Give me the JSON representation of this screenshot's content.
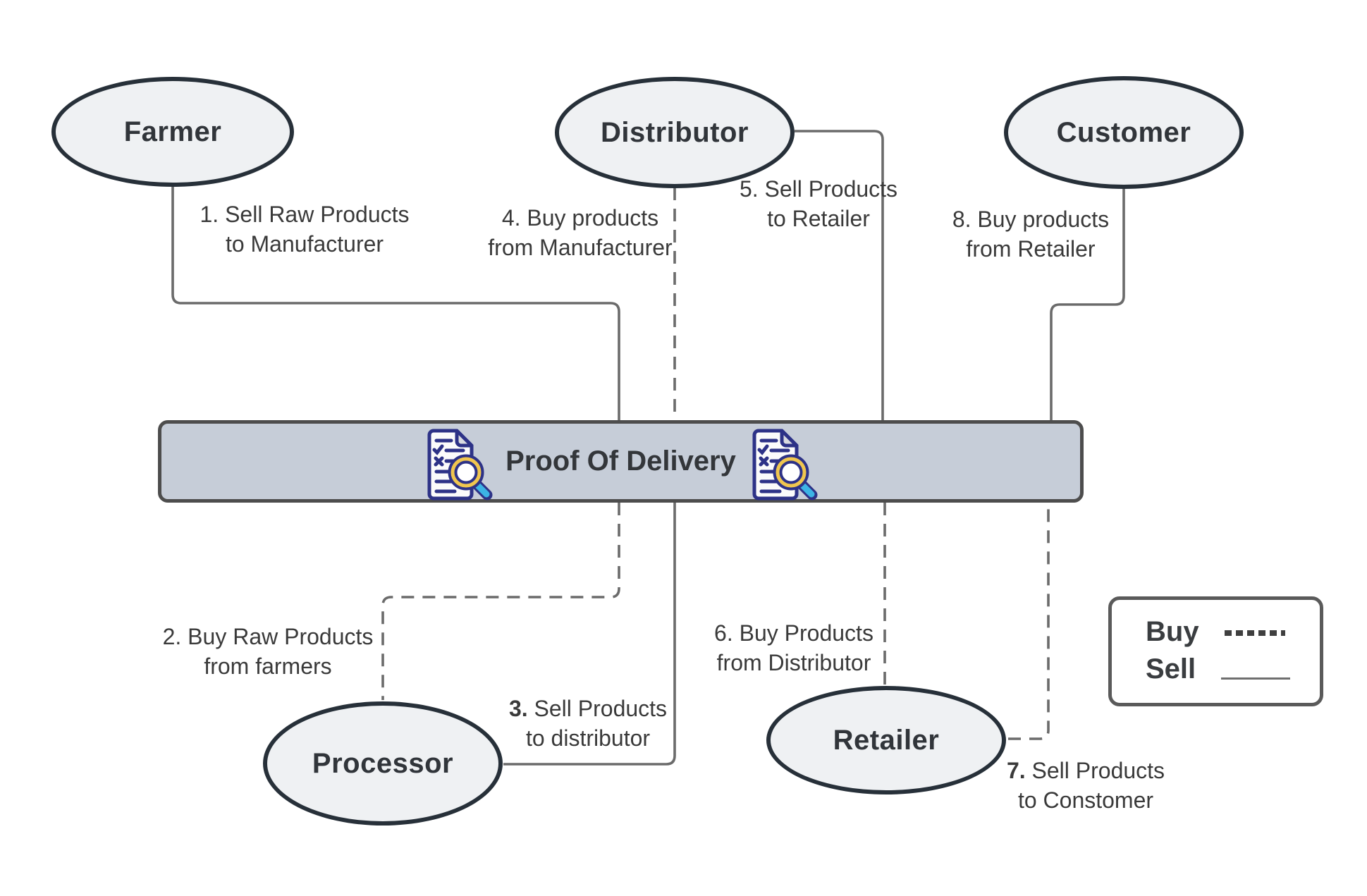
{
  "bar": {
    "title": "Proof Of Delivery"
  },
  "nodes": {
    "farmer": {
      "label": "Farmer"
    },
    "distributor": {
      "label": "Distributor"
    },
    "customer": {
      "label": "Customer"
    },
    "processor": {
      "label": "Processor"
    },
    "retailer": {
      "label": "Retailer"
    }
  },
  "edges": [
    {
      "num": "1.",
      "line1": "Sell Raw Products",
      "line2": "to Manufacturer",
      "type": "sell"
    },
    {
      "num": "2.",
      "line1": "Buy Raw Products",
      "line2": "from farmers",
      "type": "buy"
    },
    {
      "num": "3.",
      "line1": "Sell Products",
      "line2": "to distributor",
      "type": "sell"
    },
    {
      "num": "4.",
      "line1": "Buy products",
      "line2": "from Manufacturer",
      "type": "buy"
    },
    {
      "num": "5.",
      "line1": "Sell Products",
      "line2": "to Retailer",
      "type": "sell"
    },
    {
      "num": "6.",
      "line1": "Buy Products",
      "line2": "from Distributor",
      "type": "buy"
    },
    {
      "num": "7.",
      "line1": "Sell Products",
      "line2": "to Constomer",
      "type": "sell"
    },
    {
      "num": "8.",
      "line1": "Buy products",
      "line2": "from Retailer",
      "type": "buy"
    }
  ],
  "legend": {
    "buy_label": "Buy",
    "sell_label": "Sell"
  },
  "icons": {
    "bar_icon": "document-magnifier-icon"
  },
  "colors": {
    "bar_fill": "#c6cdd8",
    "bar_border": "#4d4d4d",
    "node_fill": "#eff1f3",
    "node_border": "#273039",
    "connector": "#6b6b6b",
    "text": "#3a3a3a",
    "icon_navy": "#2d3287",
    "icon_yellow": "#f0c64f",
    "icon_blue": "#3cb4e5"
  }
}
